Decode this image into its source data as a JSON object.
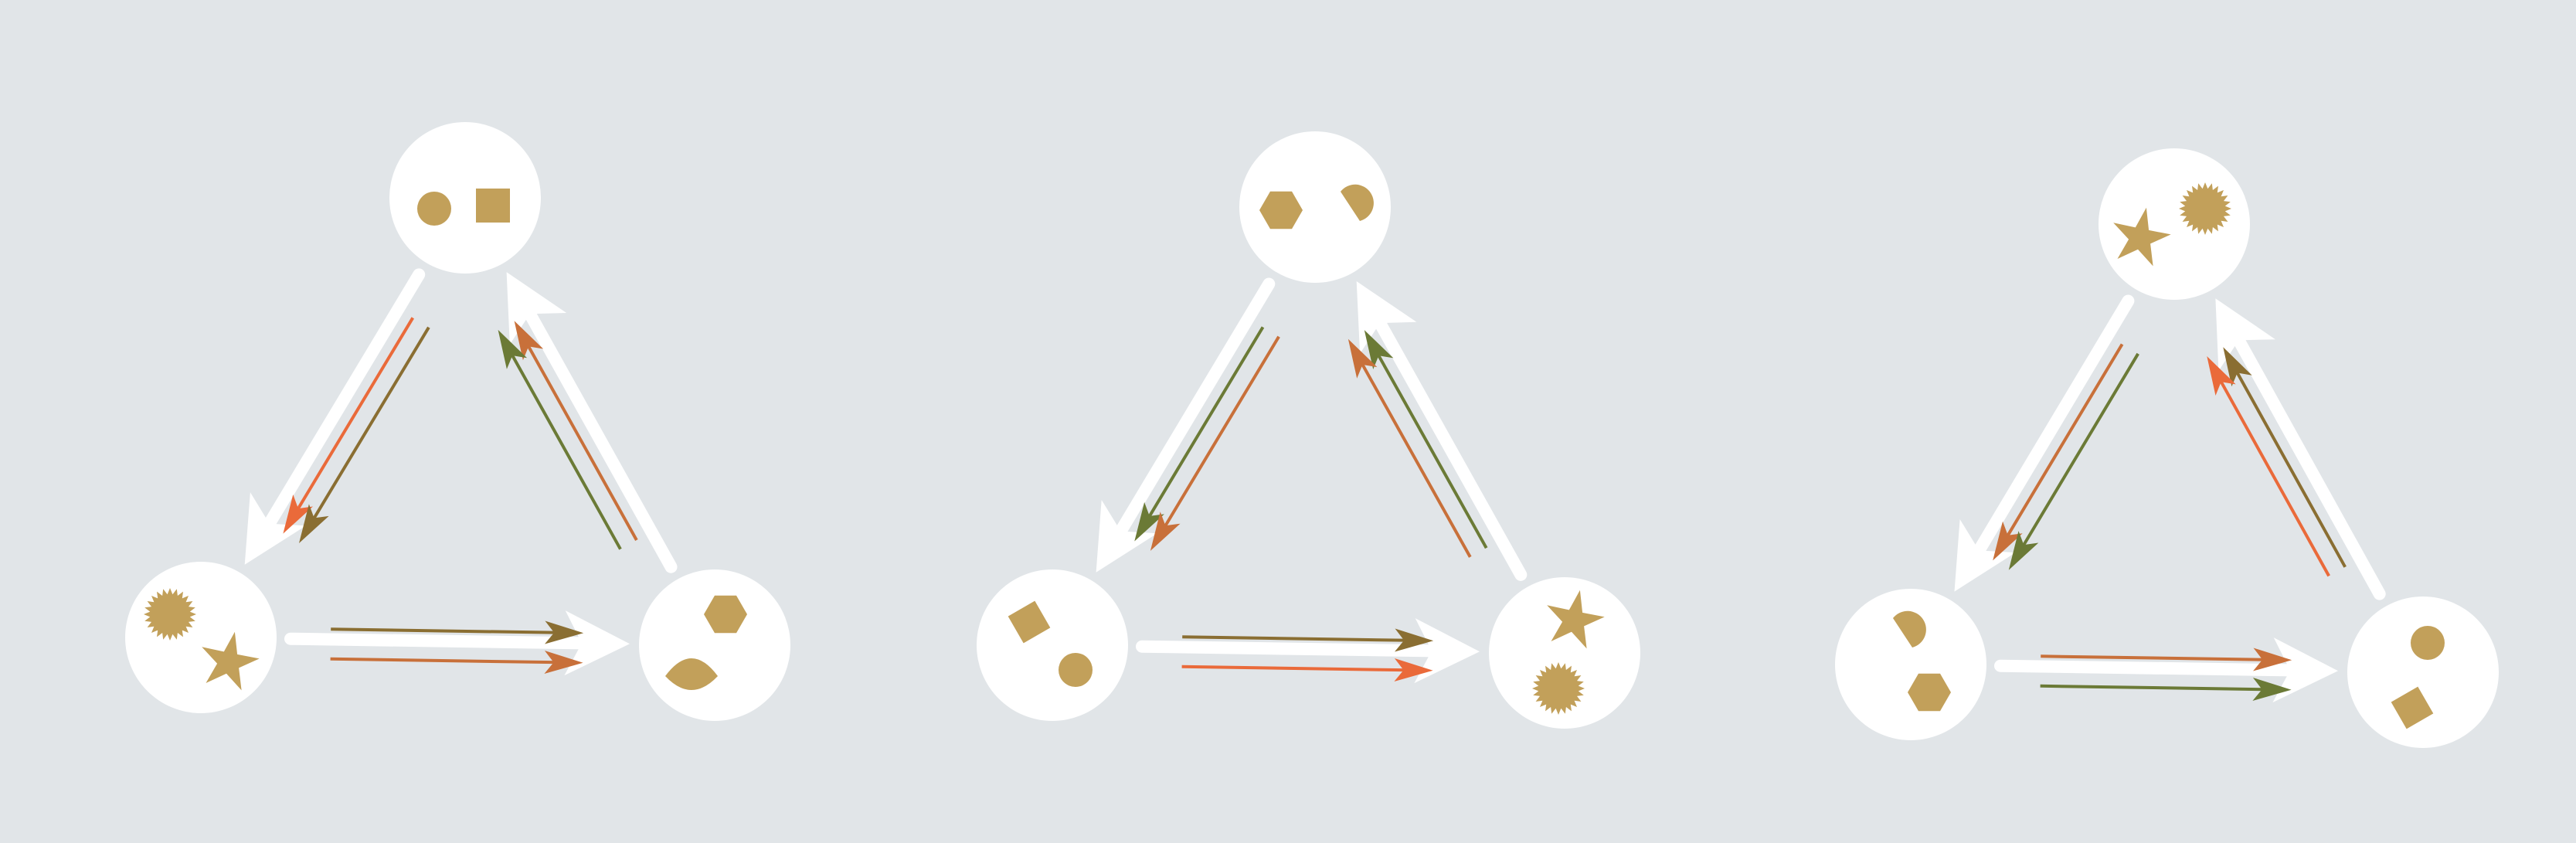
{
  "colors": {
    "background": "#e1e5e8",
    "node_fill": "#ffffff",
    "shape_fill": "#c2a05a",
    "flow_arrow": "#ffffff",
    "arrow_orange": "#ea6a3a",
    "arrow_rust": "#c8703a",
    "arrow_olive": "#6b7a36",
    "arrow_brown": "#8a6e32"
  },
  "panels": [
    {
      "name": "panel-1",
      "nodes": [
        {
          "id": "top",
          "shapes": [
            "circle",
            "square"
          ]
        },
        {
          "id": "left",
          "shapes": [
            "starburst",
            "star"
          ]
        },
        {
          "id": "right",
          "shapes": [
            "hexagon",
            "lens"
          ]
        }
      ],
      "arrows": [
        {
          "from": "top",
          "to": "left",
          "color": "arrow_orange"
        },
        {
          "from": "top",
          "to": "left",
          "color": "arrow_brown"
        },
        {
          "from": "right",
          "to": "top",
          "color": "arrow_rust"
        },
        {
          "from": "right",
          "to": "top",
          "color": "arrow_olive"
        },
        {
          "from": "left",
          "to": "right",
          "color": "arrow_brown"
        },
        {
          "from": "left",
          "to": "right",
          "color": "arrow_rust"
        }
      ]
    },
    {
      "name": "panel-2",
      "nodes": [
        {
          "id": "top",
          "shapes": [
            "hexagon",
            "pie"
          ]
        },
        {
          "id": "left",
          "shapes": [
            "diamond",
            "circle"
          ]
        },
        {
          "id": "right",
          "shapes": [
            "star",
            "starburst"
          ]
        }
      ],
      "arrows": [
        {
          "from": "top",
          "to": "left",
          "color": "arrow_olive"
        },
        {
          "from": "top",
          "to": "left",
          "color": "arrow_rust"
        },
        {
          "from": "right",
          "to": "top",
          "color": "arrow_olive"
        },
        {
          "from": "right",
          "to": "top",
          "color": "arrow_rust"
        },
        {
          "from": "left",
          "to": "right",
          "color": "arrow_brown"
        },
        {
          "from": "left",
          "to": "right",
          "color": "arrow_orange"
        }
      ]
    },
    {
      "name": "panel-3",
      "nodes": [
        {
          "id": "top",
          "shapes": [
            "star",
            "starburst"
          ]
        },
        {
          "id": "left",
          "shapes": [
            "pie",
            "hexagon"
          ]
        },
        {
          "id": "right",
          "shapes": [
            "circle",
            "diamond"
          ]
        }
      ],
      "arrows": [
        {
          "from": "top",
          "to": "left",
          "color": "arrow_rust"
        },
        {
          "from": "top",
          "to": "left",
          "color": "arrow_olive"
        },
        {
          "from": "right",
          "to": "top",
          "color": "arrow_brown"
        },
        {
          "from": "right",
          "to": "top",
          "color": "arrow_orange"
        },
        {
          "from": "left",
          "to": "right",
          "color": "arrow_rust"
        },
        {
          "from": "left",
          "to": "right",
          "color": "arrow_olive"
        }
      ]
    }
  ]
}
